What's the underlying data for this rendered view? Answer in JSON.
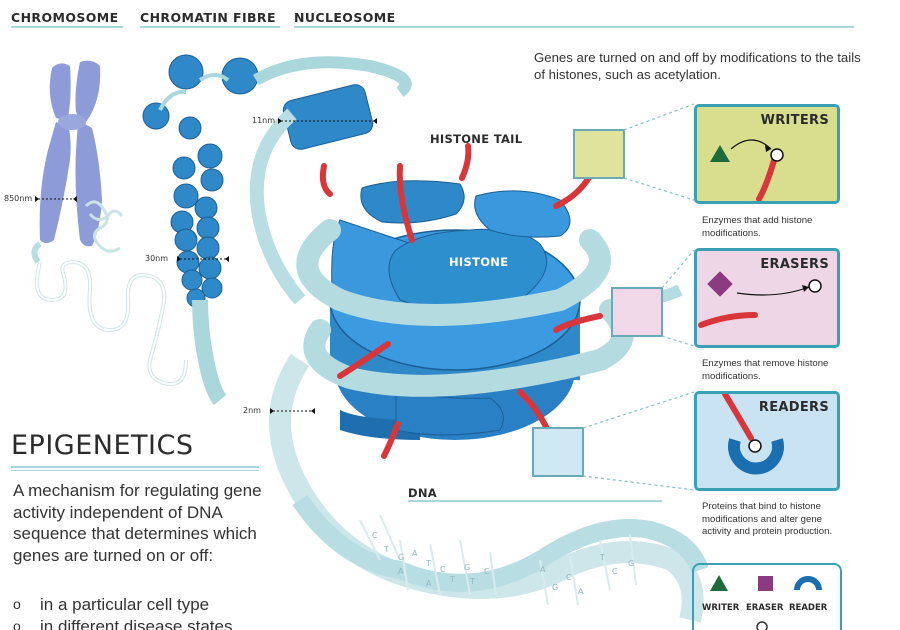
{
  "headers": {
    "chromosome": "CHROMOSOME",
    "chromatin_fibre": "CHROMATIN FIBRE",
    "nucleosome": "NUCLEOSOME"
  },
  "scales": {
    "s850": "850nm",
    "s30": "30nm",
    "s11": "11nm",
    "s2": "2nm"
  },
  "intro_text": "Genes are turned on and off by modifications to the tails of histones, such as acetylation.",
  "labels": {
    "histone_tail": "HISTONE TAIL",
    "histone": "HISTONE",
    "dna": "DNA"
  },
  "dna_letters": [
    "C",
    "T",
    "G",
    "A",
    "A",
    "T",
    "C",
    "A",
    "T",
    "G",
    "T",
    "C",
    "A",
    "G",
    "C",
    "A",
    "T",
    "C",
    "G"
  ],
  "cards": [
    {
      "title": "WRITERS",
      "desc": "Enzymes that add histone modifications.",
      "bg": "#d9de8f",
      "box": "#e0e39c"
    },
    {
      "title": "ERASERS",
      "desc": "Enzymes that remove histone modifications.",
      "bg": "#efd6e6",
      "box": "#f0d8e8"
    },
    {
      "title": "READERS",
      "desc": "Proteins that bind to histone modifications and alter gene activity and protein production.",
      "bg": "#c9e3f2",
      "box": "#cfe6f3"
    }
  ],
  "epigenetics": {
    "title": "EPIGENETICS",
    "description": "A mechanism for regulating gene activity independent of DNA sequence that determines which genes are turned on or off:",
    "bullets": [
      "in a particular cell type",
      "in different disease states"
    ]
  },
  "legend": {
    "writer": "WRITER",
    "eraser": "ERASER",
    "reader": "READER"
  },
  "colors": {
    "writer": "#1e6b3c",
    "eraser": "#8a3a7e",
    "reader": "#1a6fb0",
    "tail": "#d8363a",
    "histone": "#2e8fcf",
    "dna_ribbon": "#a9d7dc",
    "border": "#3aa1b5"
  }
}
